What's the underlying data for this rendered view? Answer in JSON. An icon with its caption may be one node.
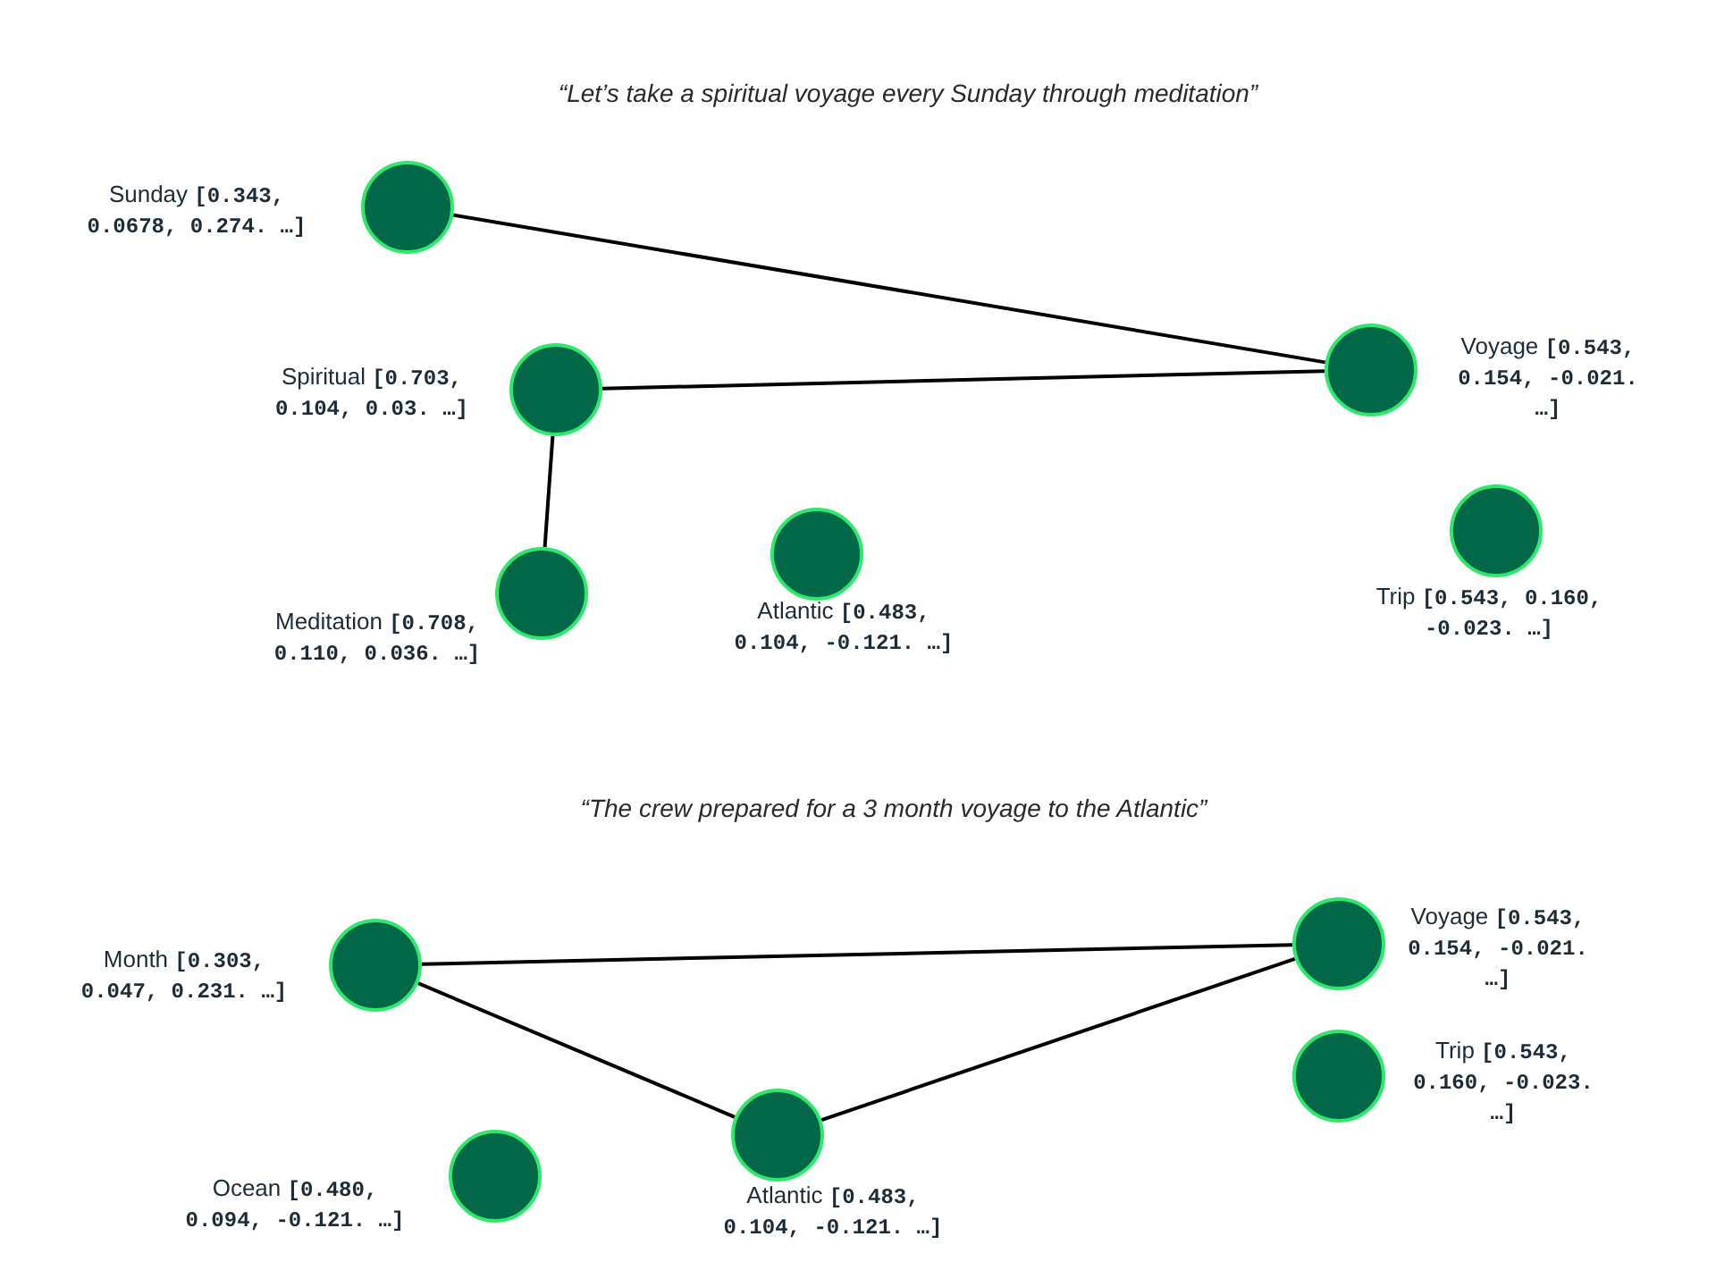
{
  "diagram": {
    "nodes": [
      {
        "text": [],
        "shape": "circle",
        "beside": [
          "Sunday **[0.343, 0.0678, 0.274. …]**"
        ]
      },
      {
        "text": [],
        "shape": "circle",
        "beside": [
          "Spiritual **[0.703, 0.104, 0.03. …]**"
        ]
      },
      {
        "text": [],
        "shape": "circle",
        "beside": [
          "Voyage **[0.543, 0.154, -0.021. …]**"
        ]
      },
      {
        "text": [],
        "shape": "circle",
        "beside": [
          "Meditation **[0.708, 0.110, 0.036. …]**"
        ]
      },
      {
        "text": [],
        "shape": "circle",
        "beside": [
          "Atlantic **[0.483, 0.104, -0.121. …]**"
        ]
      },
      {
        "text": [],
        "shape": "circle",
        "beside": [
          "Trip **[0.543, 0.160, -0.023. …]**"
        ]
      },
      {
        "text": [],
        "shape": "circle",
        "beside": [
          "Month **[0.303, 0.047, 0.231. …]**"
        ]
      },
      {
        "text": [],
        "shape": "circle",
        "beside": [
          "Voyage **[0.543, 0.154, -0.021. …]**"
        ]
      },
      {
        "text": [],
        "shape": "circle",
        "beside": [
          "Trip **[0.543, 0.160, -0.023. …]**"
        ]
      },
      {
        "text": [],
        "shape": "circle",
        "beside": [
          "Ocean **[0.480, 0.094, -0.121. …]**"
        ]
      },
      {
        "text": [],
        "shape": "circle",
        "beside": [
          "Atlantic **[0.483, 0.104, -0.121. …]**"
        ]
      }
    ],
    "edges": [
      {
        "from": 0,
        "to": 2,
        "arrow": "none"
      },
      {
        "from": 1,
        "to": 2,
        "arrow": "none"
      },
      {
        "from": 1,
        "to": 3,
        "arrow": "none"
      },
      {
        "from": 6,
        "to": 7,
        "arrow": "none"
      },
      {
        "from": 6,
        "to": 10,
        "arrow": "none"
      },
      {
        "from": 10,
        "to": 7,
        "arrow": "none"
      }
    ],
    "labels": [
      "“Let’s take a spiritual voyage every Sunday through meditation”",
      "“The crew prepared for a 3 month voyage to the Atlantic”"
    ]
  }
}
